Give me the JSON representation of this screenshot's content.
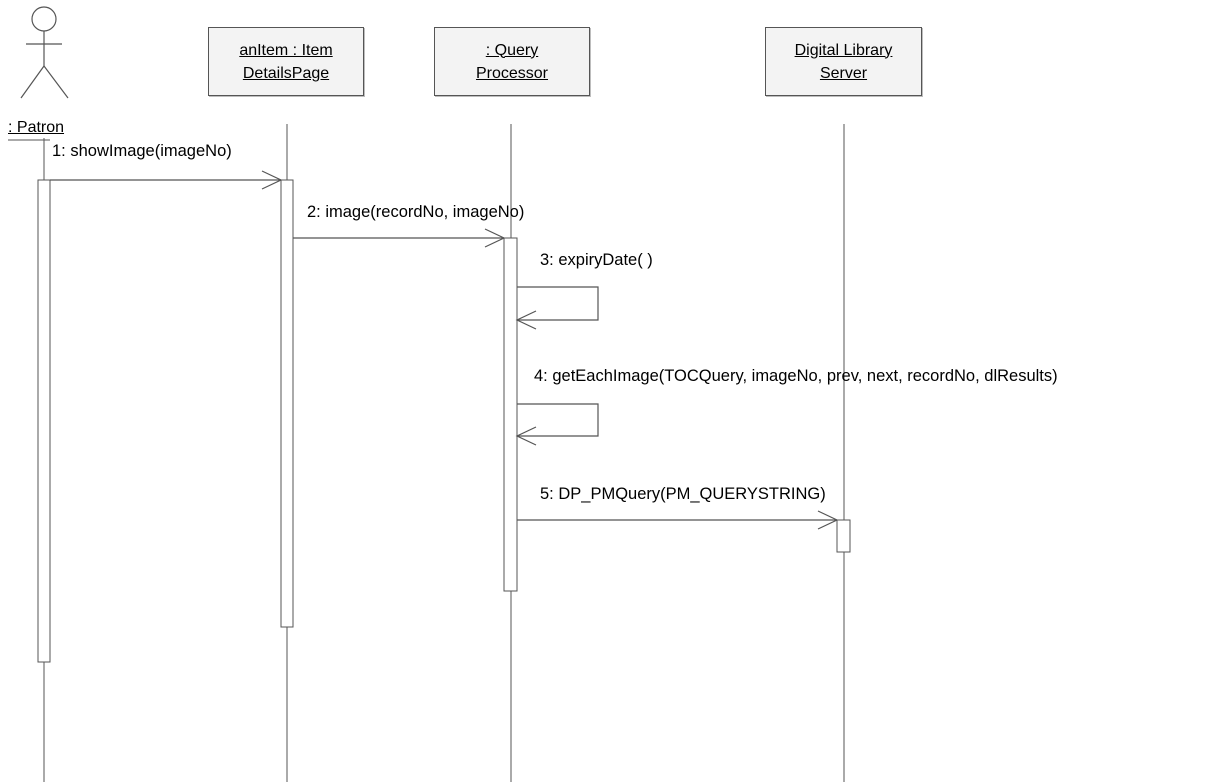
{
  "participants": [
    {
      "id": "patron",
      "name": ": Patron",
      "type": "actor"
    },
    {
      "id": "item-details-page",
      "line1": "anItem : Item",
      "line2": "DetailsPage",
      "type": "object"
    },
    {
      "id": "query-processor",
      "line1": ": Query",
      "line2": "Processor",
      "type": "object"
    },
    {
      "id": "digital-library-server",
      "line1": "Digital Library",
      "line2": "Server",
      "type": "object"
    }
  ],
  "messages": [
    {
      "label": "1: showImage(imageNo)",
      "from": "patron",
      "to": "item-details-page"
    },
    {
      "label": "2: image(recordNo, imageNo)",
      "from": "item-details-page",
      "to": "query-processor"
    },
    {
      "label": "3: expiryDate( )",
      "from": "query-processor",
      "to": "query-processor"
    },
    {
      "label": "4: getEachImage(TOCQuery, imageNo, prev, next, recordNo, dlResults)",
      "from": "query-processor",
      "to": "query-processor"
    },
    {
      "label": "5: DP_PMQuery(PM_QUERYSTRING)",
      "from": "query-processor",
      "to": "digital-library-server"
    }
  ],
  "colors": {
    "line": "#555555",
    "box_fill": "#f3f3f3",
    "text": "#000000"
  }
}
